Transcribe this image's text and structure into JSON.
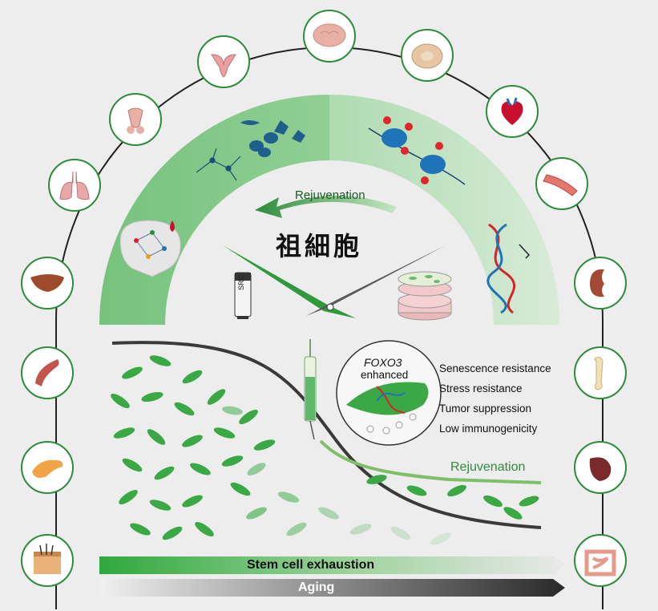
{
  "center_title": "祖細胞",
  "top_arrow_label": "Rejuvenation",
  "vial_label": "SRC",
  "gene": {
    "name": "FOXO3",
    "status": "enhanced"
  },
  "properties": [
    "Senescence resistance",
    "Stress resistance",
    "Tumor suppression",
    "Low immunogenicity"
  ],
  "curve_label": "Rejuvenation",
  "bottom_arrows": {
    "stem_cell": "Stem cell exhaustion",
    "aging": "Aging"
  },
  "colors": {
    "green_dark": "#2e8b3a",
    "green_mid": "#5fb96a",
    "green_light": "#cfe8cf",
    "gray_dark": "#3a3a3a",
    "red": "#d9232a"
  },
  "organs": [
    {
      "name": "brain-icon"
    },
    {
      "name": "uterus-icon"
    },
    {
      "name": "spinal-disc-icon"
    },
    {
      "name": "male-reproductive-icon"
    },
    {
      "name": "heart-icon"
    },
    {
      "name": "lung-icon"
    },
    {
      "name": "blood-vessel-icon"
    },
    {
      "name": "liver-icon"
    },
    {
      "name": "kidney-icon"
    },
    {
      "name": "muscle-icon"
    },
    {
      "name": "bone-icon"
    },
    {
      "name": "pancreas-icon"
    },
    {
      "name": "spleen-icon"
    },
    {
      "name": "skin-icon"
    },
    {
      "name": "intestine-icon"
    }
  ]
}
